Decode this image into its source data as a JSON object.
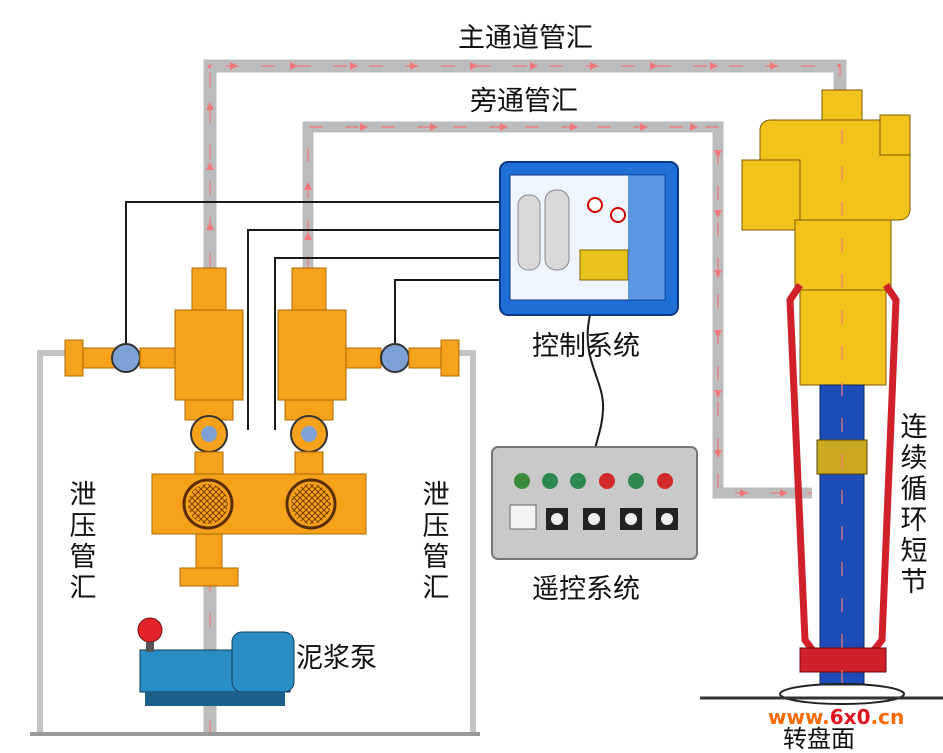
{
  "labels": {
    "main_manifold": "主通道管汇",
    "bypass_manifold": "旁通管汇",
    "control_system": "控制系统",
    "remote_system": "遥控系统",
    "relief_left": "泄压管汇",
    "relief_right": "泄压管汇",
    "mud_pump": "泥浆泵",
    "continuous_sub": "连续循环短节",
    "drill_floor": "转盘面"
  },
  "watermark": {
    "prefix": "www.",
    "brand": "6x0",
    "suffix": ".cn"
  },
  "colors": {
    "pipe": "#bcbcbc",
    "flow_arrow": "#f07a7a",
    "manifold_orange": "#f6a21c",
    "wellhead_yellow": "#f2c31a",
    "casing_blue": "#1e4db8",
    "clamp_red": "#d0202a",
    "cabinet_blue": "#1f6fd6",
    "watermark_orange": "#ff6a00",
    "watermark_red": "#e0141e"
  }
}
